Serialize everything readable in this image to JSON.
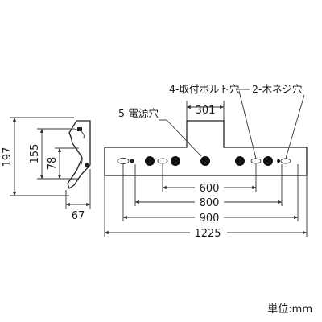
{
  "labels": {
    "mounting_bolt_holes": "4-取付ボルト穴",
    "wood_screw_holes": "2-木ネジ穴",
    "power_holes": "5-電源穴"
  },
  "dimensions": {
    "center_top": "301",
    "bolt_span": "600",
    "span_800": "800",
    "span_900": "900",
    "overall_length": "1225",
    "side_height_total": "197",
    "side_height_155": "155",
    "side_height_78": "78",
    "side_depth": "67"
  },
  "unit_label": "単位:mm"
}
